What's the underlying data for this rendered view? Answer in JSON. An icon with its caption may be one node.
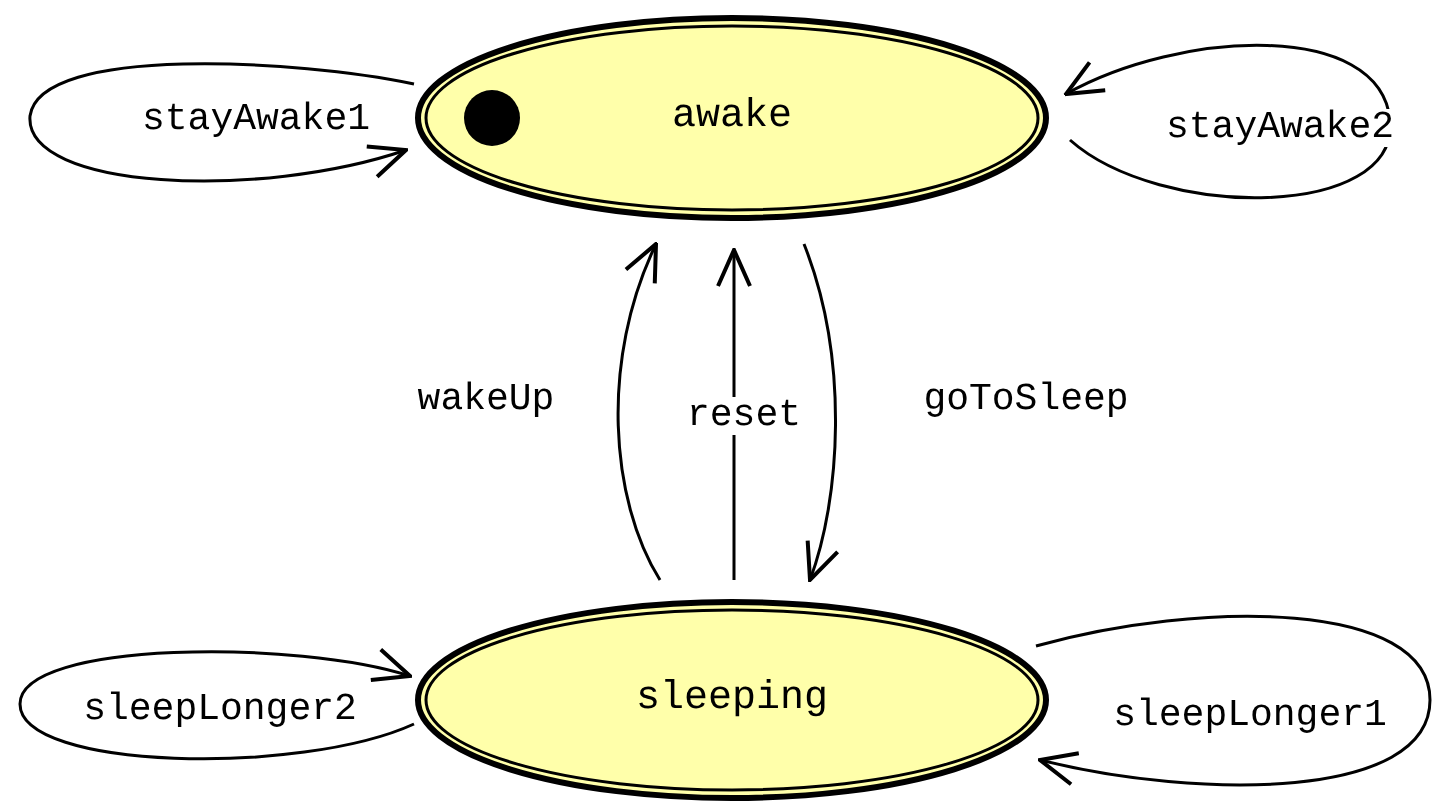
{
  "diagram": {
    "nodes": [
      {
        "text": [
          "awake"
        ]
      },
      {
        "text": [
          "sleeping"
        ]
      }
    ],
    "edges": [
      {
        "from": 0,
        "to": 0,
        "arrow": "to",
        "label": "stayAwake1"
      },
      {
        "from": 0,
        "to": 0,
        "arrow": "to",
        "label": "stayAwake2"
      },
      {
        "from": 1,
        "to": 0,
        "arrow": "to",
        "label": "wakeUp"
      },
      {
        "from": 1,
        "to": 0,
        "arrow": "to",
        "label": "reset"
      },
      {
        "from": 0,
        "to": 1,
        "arrow": "to",
        "label": "goToSleep"
      },
      {
        "from": 1,
        "to": 1,
        "arrow": "to",
        "label": "sleepLonger2"
      },
      {
        "from": 1,
        "to": 1,
        "arrow": "to",
        "label": "sleepLonger1"
      }
    ]
  }
}
